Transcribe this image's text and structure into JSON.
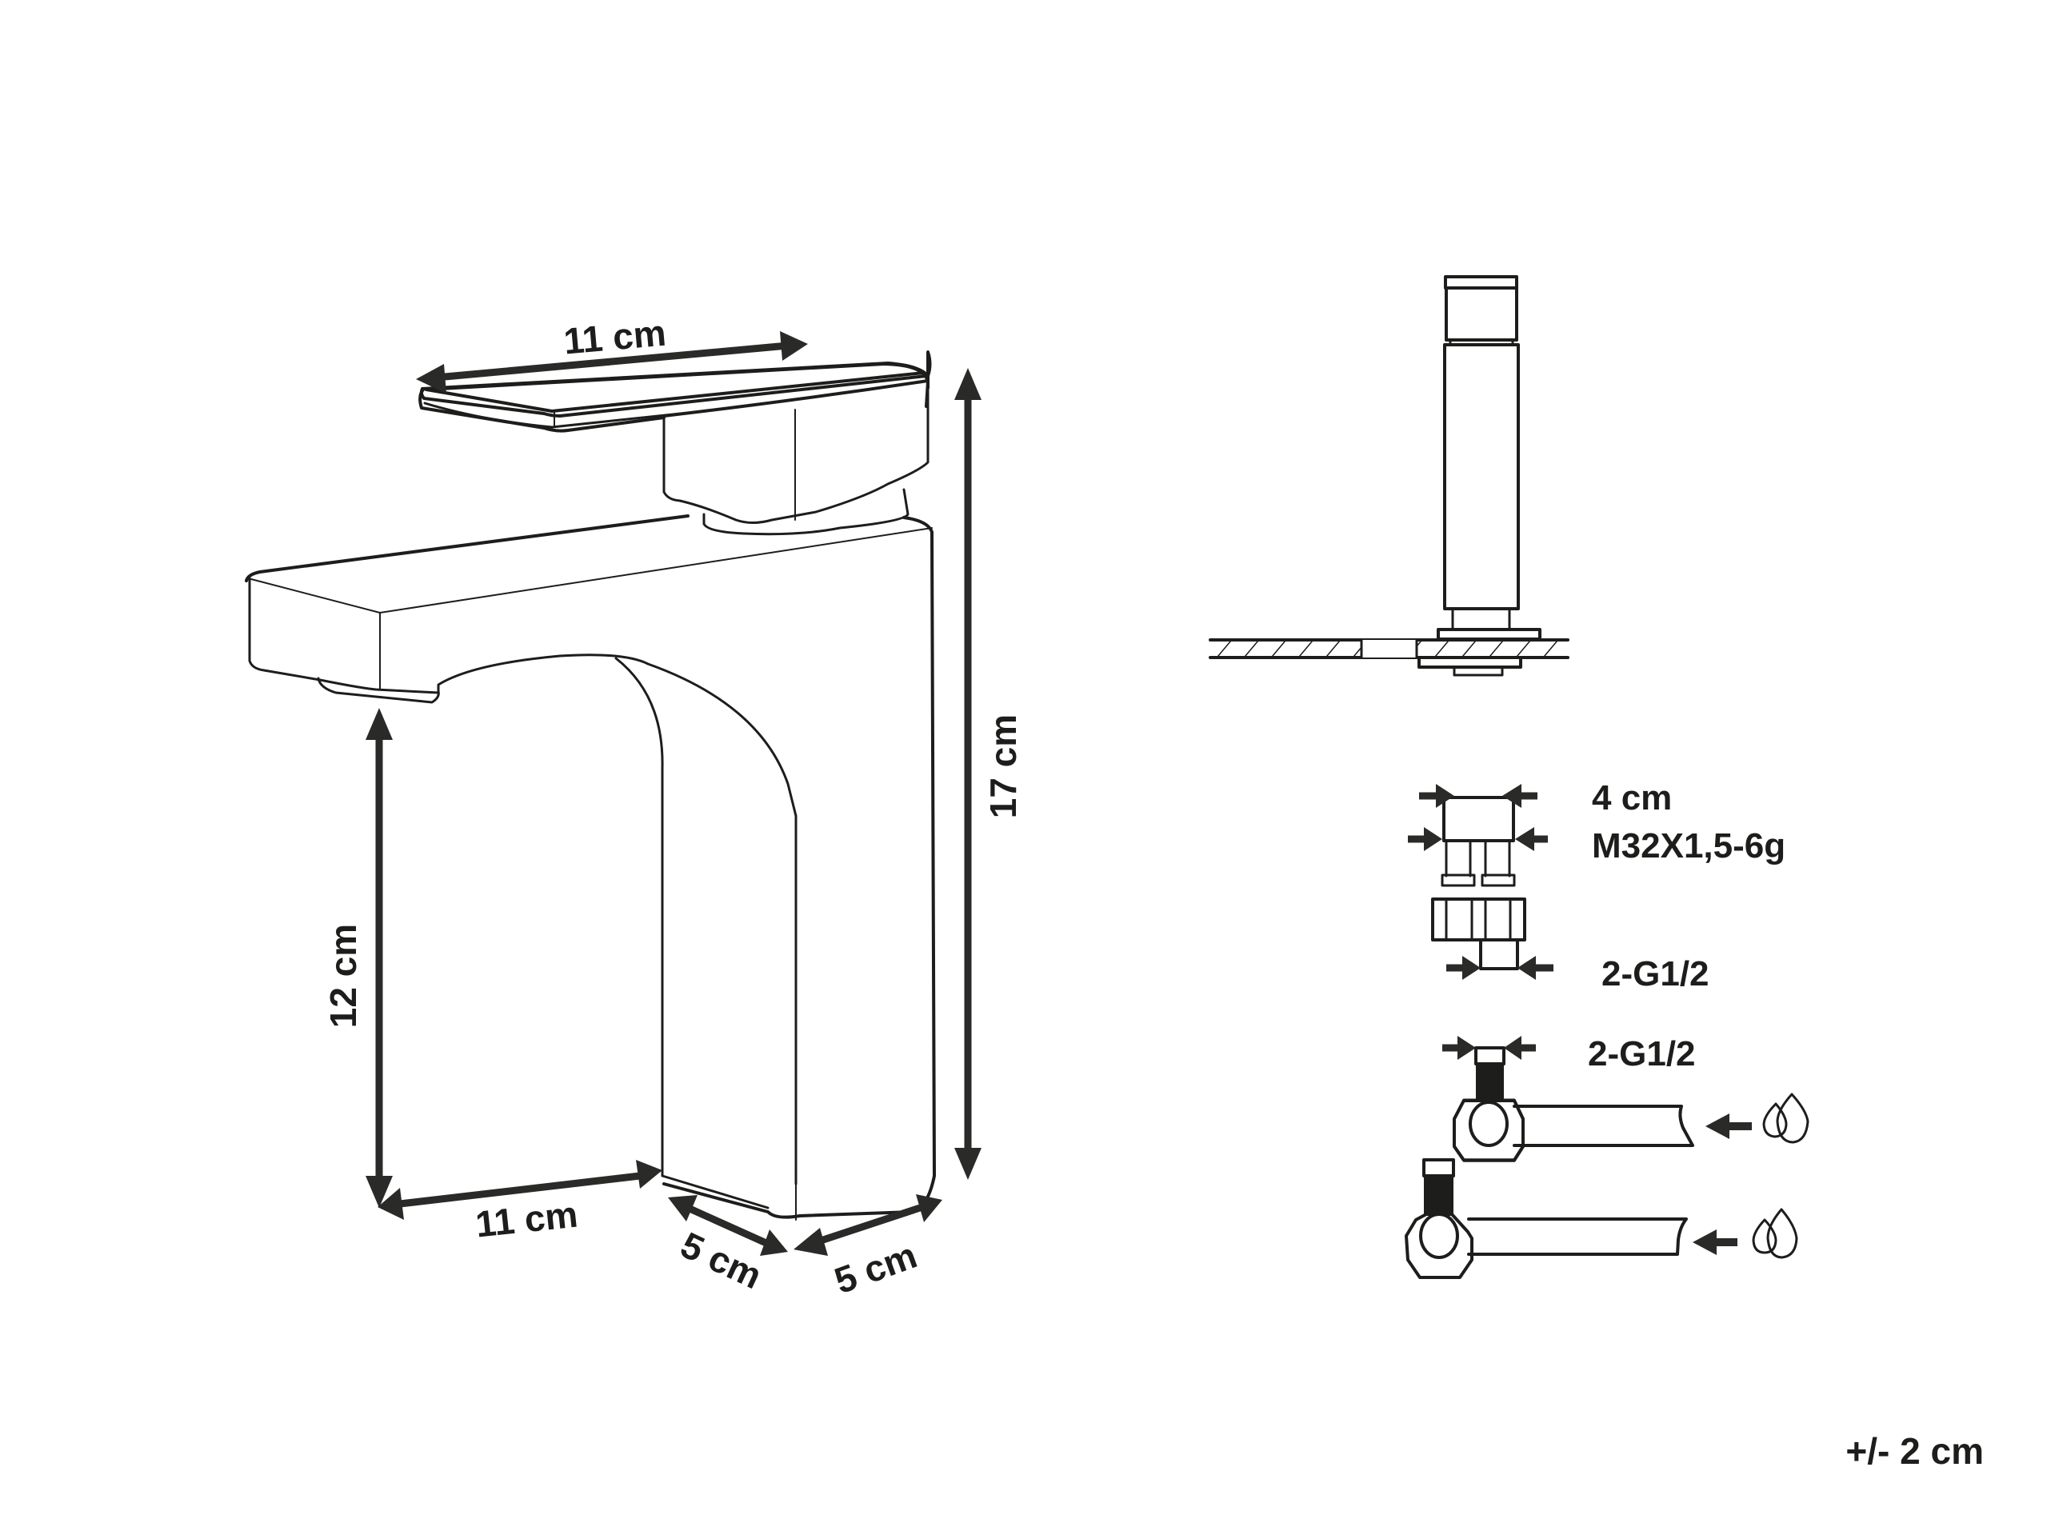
{
  "diagram": {
    "subject": "Single-lever basin mixer tap technical drawing",
    "colors": {
      "line": "#1d1d1b",
      "background": "#ffffff"
    },
    "side_view": {
      "dimensions": {
        "handle_length": "11 cm",
        "total_height": "17 cm",
        "spout_height": "12 cm",
        "spout_reach": "11 cm",
        "base_depth": "5 cm",
        "base_width": "5 cm"
      }
    },
    "front_view": {
      "dimensions": {
        "hole_diameter": "4 cm",
        "thread": "M32X1,5-6g",
        "outlet_connection": "2-G1/2"
      }
    },
    "hoses": {
      "connection": "2-G1/2",
      "items": [
        {
          "name": "hose-1",
          "icon": "water-drops-icon"
        },
        {
          "name": "hose-2",
          "icon": "water-drops-icon"
        }
      ]
    },
    "tolerance": "+/- 2 cm"
  }
}
